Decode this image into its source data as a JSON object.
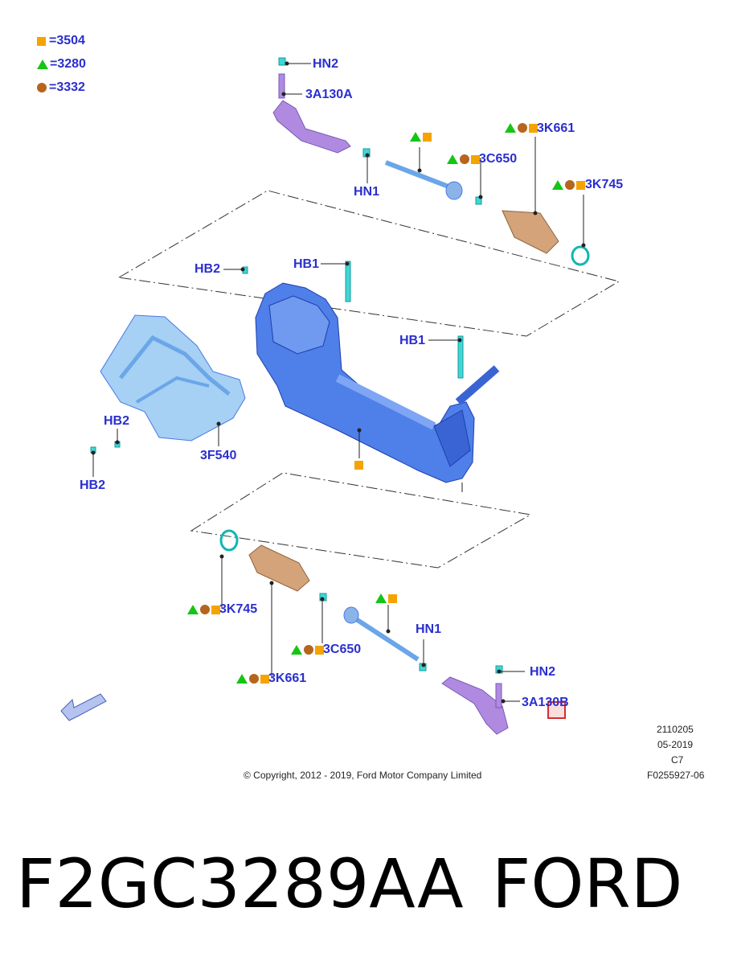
{
  "legend": [
    {
      "symbol": "square",
      "code": "3504",
      "eq": "="
    },
    {
      "symbol": "triangle",
      "code": "3280",
      "eq": "="
    },
    {
      "symbol": "circle",
      "code": "3332",
      "eq": "="
    }
  ],
  "colors": {
    "label": "#2a2fcf",
    "square": "#f5a300",
    "triangle": "#14c514",
    "circle": "#b5651d",
    "part_blue": "#4a78e6",
    "part_purple": "#b08ae0",
    "part_cyan": "#3fd6d6",
    "boot": "#d4a37a"
  },
  "labels": {
    "hn2_top": "HN2",
    "a130a": "3A130A",
    "k661_top": "3K661",
    "c650_top": "3C650",
    "hn1_top": "HN1",
    "k745_top": "3K745",
    "hb1_left": "HB1",
    "hb2_top": "HB2",
    "hb1_right": "HB1",
    "hb2_mid": "HB2",
    "f540": "3F540",
    "hb2_bottom": "HB2",
    "k745_bottom": "3K745",
    "c650_bottom": "3C650",
    "k661_bottom": "3K661",
    "hn1_bottom": "HN1",
    "hn2_bottom": "HN2",
    "a130b": "3A130B"
  },
  "info": {
    "line1": "2110205",
    "line2": "05-2019",
    "line3": "C7",
    "line4": "F0255927-06",
    "copyright": "© Copyright, 2012 - 2019, Ford Motor Company Limited"
  },
  "footer": {
    "part_number": "F2GC3289AA",
    "brand": "FORD"
  }
}
